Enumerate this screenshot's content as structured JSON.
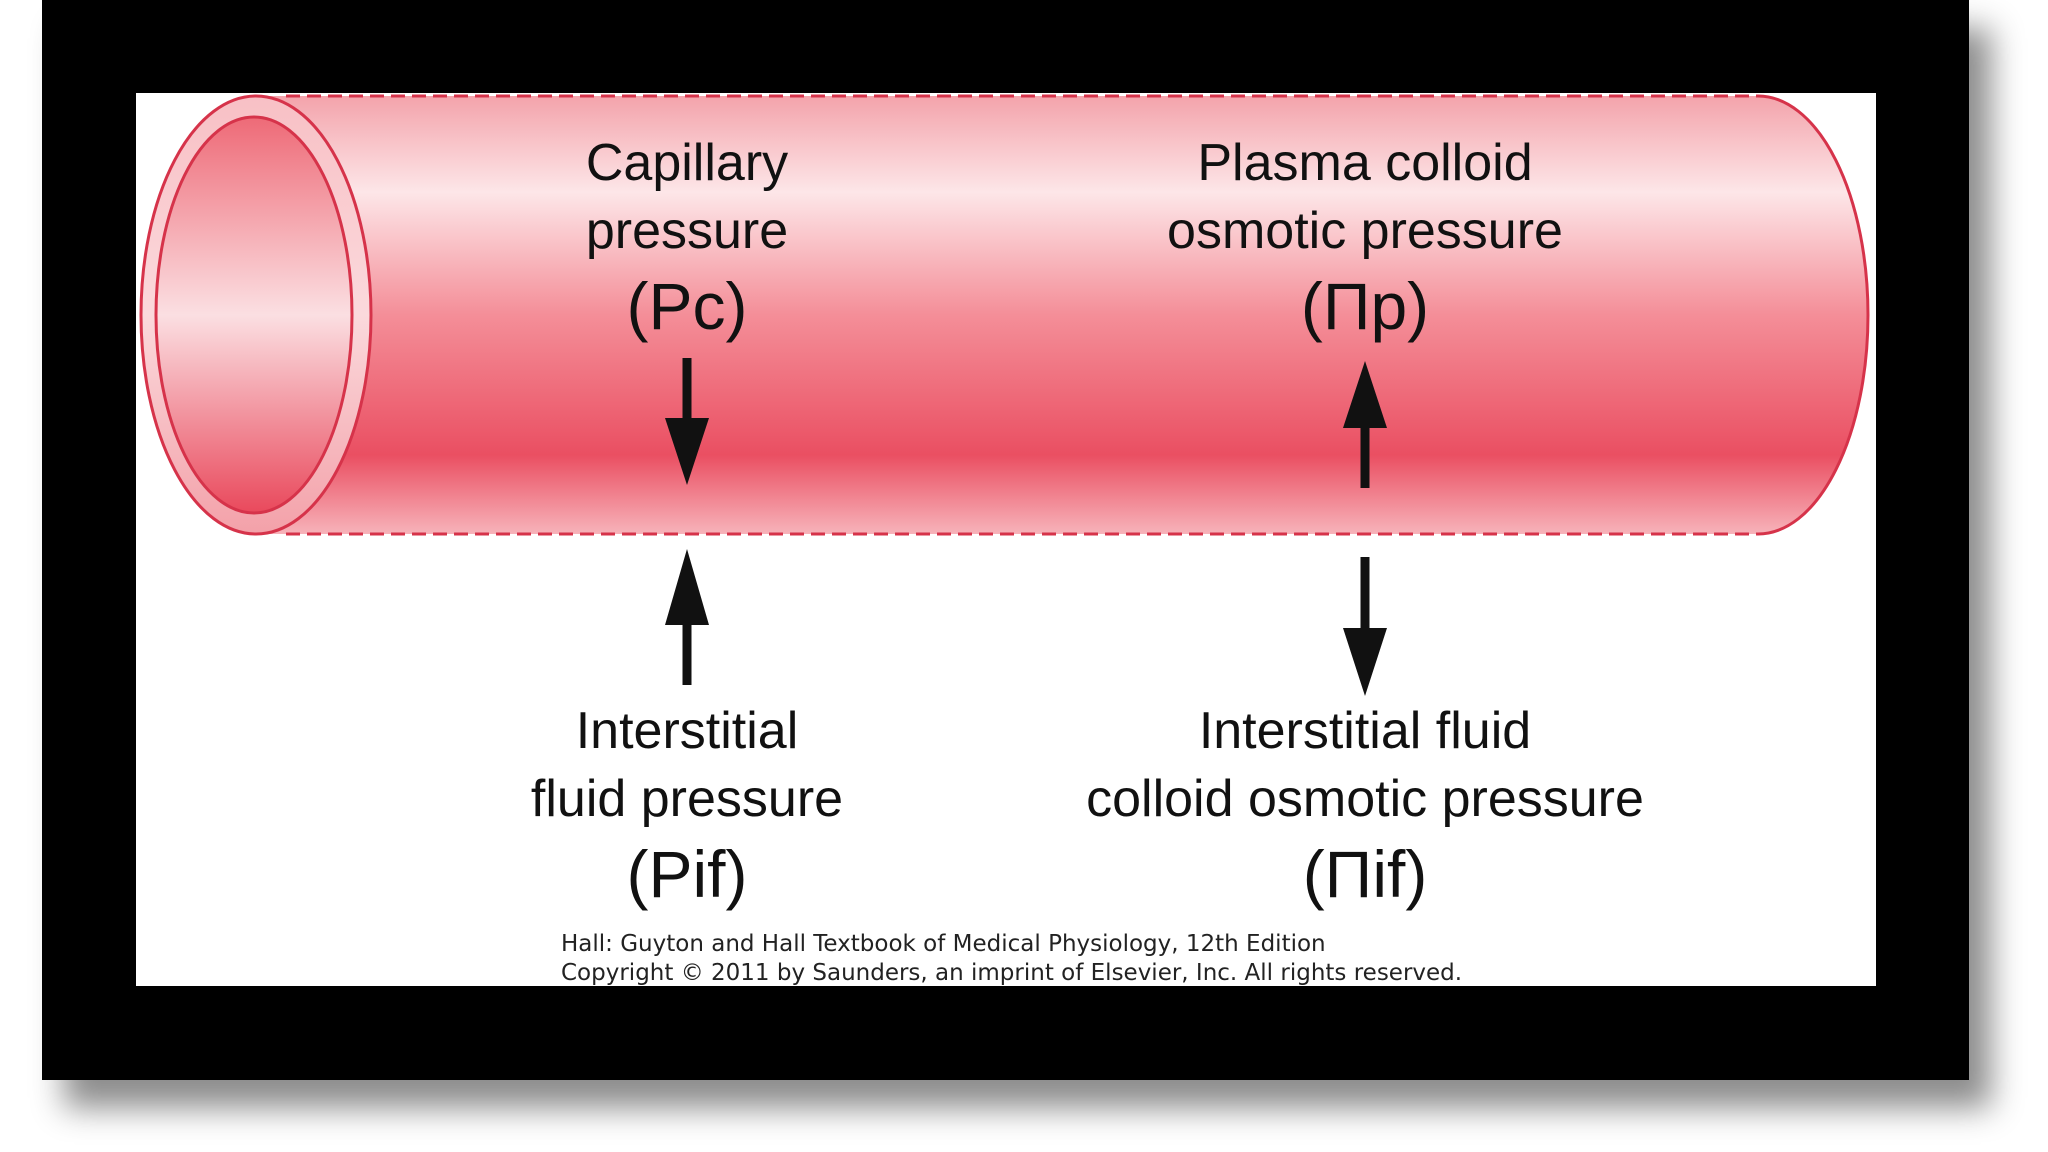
{
  "colors": {
    "vessel_edge": "#d6334a",
    "vessel_deep": "#ea4f62",
    "vessel_light": "#fde6e8",
    "arrow": "#111111",
    "frame": "#000000"
  },
  "labels": {
    "capillary_pressure": {
      "line1": "Capillary",
      "line2": "pressure",
      "symbol": "(Pc)"
    },
    "plasma_colloid": {
      "line1": "Plasma colloid",
      "line2": "osmotic pressure",
      "symbol": "(Πp)"
    },
    "interstitial_fluid_pressure": {
      "line1": "Interstitial",
      "line2": "fluid pressure",
      "symbol": "(Pif)"
    },
    "interstitial_colloid": {
      "line1": "Interstitial fluid",
      "line2": "colloid osmotic pressure",
      "symbol": "(Πif)"
    }
  },
  "arrows": [
    {
      "name": "capillary-pressure-arrow",
      "direction": "down"
    },
    {
      "name": "plasma-colloid-arrow",
      "direction": "up"
    },
    {
      "name": "interstitial-fluid-pressure-arrow",
      "direction": "up"
    },
    {
      "name": "interstitial-colloid-arrow",
      "direction": "down"
    }
  ],
  "caption": {
    "line1": "Hall: Guyton and Hall Textbook of Medical Physiology, 12th Edition",
    "line2": "Copyright © 2011 by Saunders, an imprint of Elsevier, Inc. All rights reserved."
  }
}
